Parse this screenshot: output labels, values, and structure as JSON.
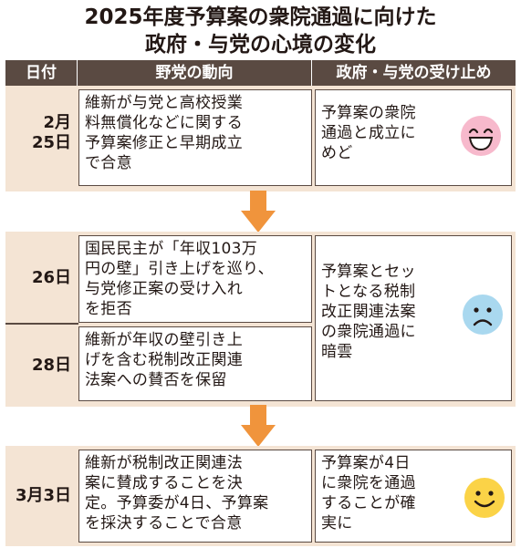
{
  "title": {
    "line1": "2025年度予算案の衆院通過に向けた",
    "line2": "政府・与党の心境の変化"
  },
  "header": {
    "col_date": "日付",
    "col_opposition": "野党の動向",
    "col_government": "政府・与党の受け止め"
  },
  "rows": [
    {
      "date_line1": "2月",
      "date_line2": "25日",
      "opposition_lines": [
        "維新が与党と高校授業",
        "料無償化などに関する",
        "予算案修正と早期成立",
        "で合意"
      ],
      "government_lines": [
        "予算案の衆院",
        "通過と成立に",
        "めど"
      ],
      "face": "big-smile-face-icon"
    },
    {
      "date": "26日",
      "opposition_lines": [
        "国民民主が「年収103万",
        "円の壁」引き上げを巡り、",
        "与党修正案の受け入れ",
        "を拒否"
      ]
    },
    {
      "date": "28日",
      "opposition_lines": [
        "維新が年収の壁引き上",
        "げを含む税制改正関連",
        "法案への賛否を保留"
      ]
    },
    {
      "date": "3月3日",
      "opposition_lines": [
        "維新が税制改正関連法",
        "案に賛成することを決",
        "定。予算委が4日、予算案",
        "を採決することで合意"
      ],
      "government_lines": [
        "予算案が4日",
        "に衆院を通過",
        "することが確",
        "実に"
      ],
      "face": "smile-face-icon"
    }
  ],
  "middle_government_lines": [
    "予算案とセッ",
    "トとなる税制",
    "改正関連法案",
    "の衆院通過に",
    "暗雲"
  ],
  "middle_face": "sad-face-icon",
  "colors": {
    "header_bg": "#5a4a42",
    "band_bg": "#f4e4d4",
    "arrow": "#f0943c",
    "smile_face": "#f7b9cc",
    "sad_face": "#a9d8ef",
    "happy_face": "#fbd347"
  }
}
